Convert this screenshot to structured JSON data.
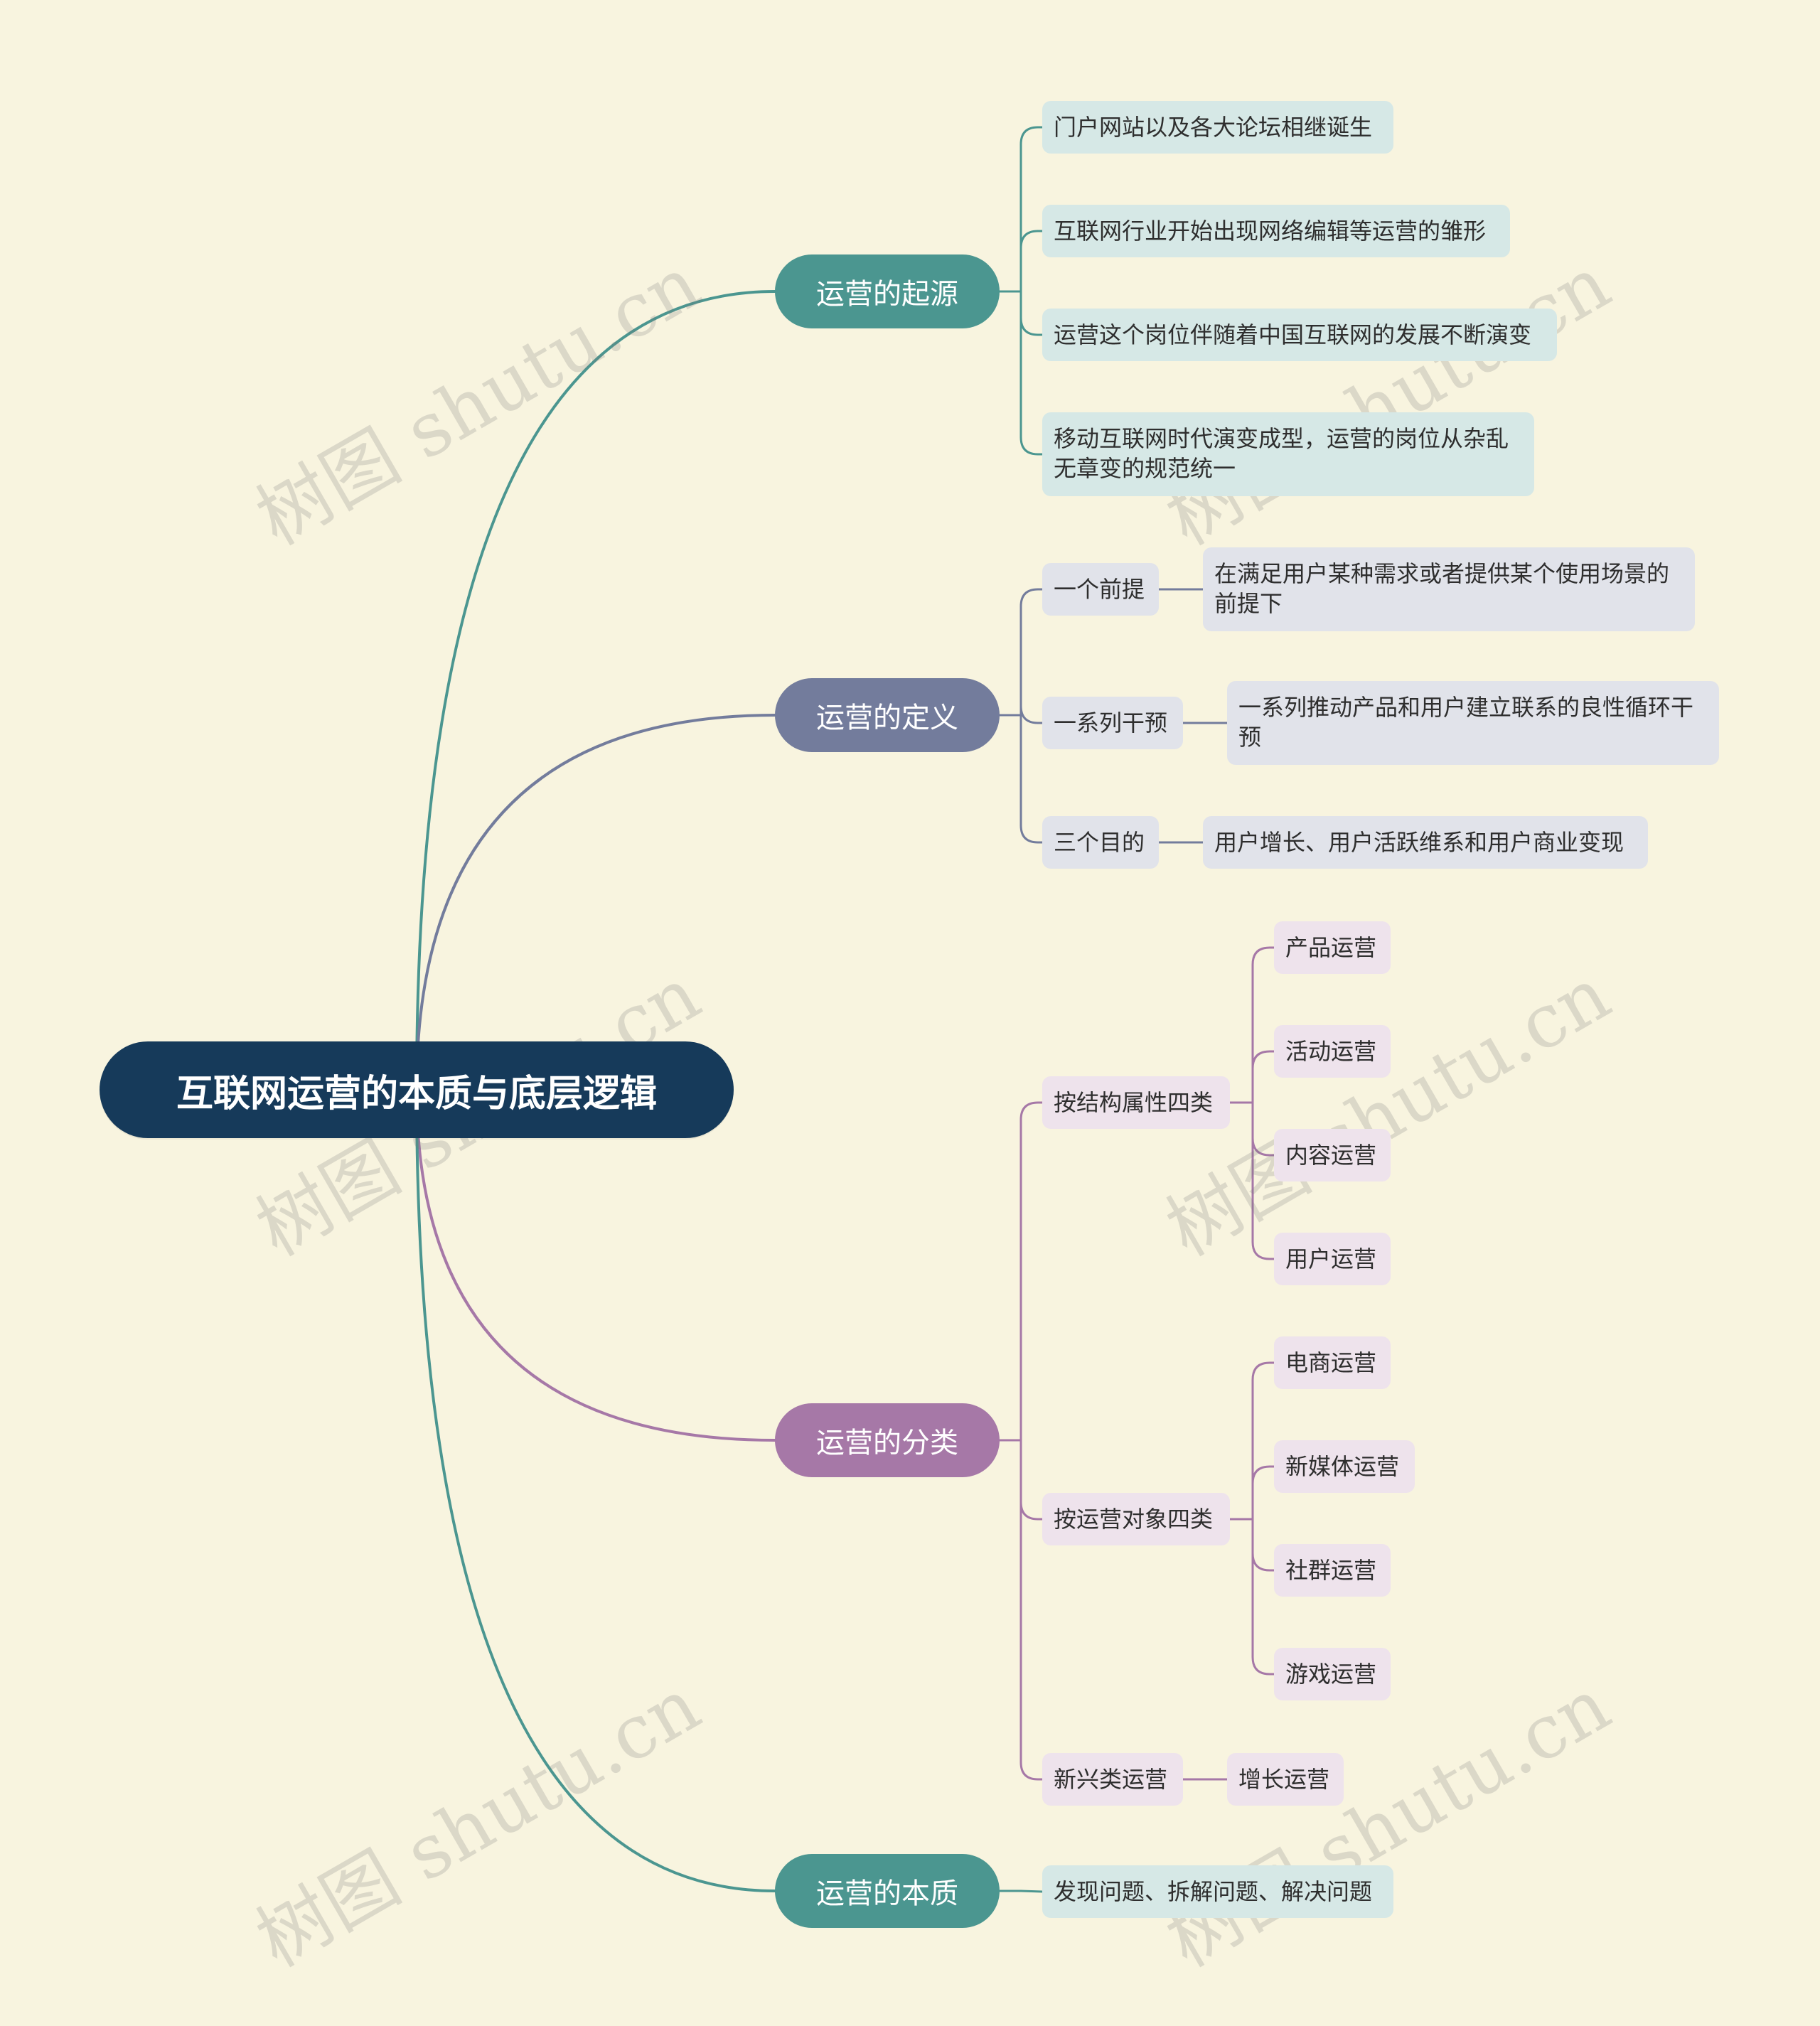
{
  "title": "互联网运营的本质与底层逻辑",
  "colors": {
    "background": "#f8f4df",
    "root": "#163a5a",
    "teal": "#4b9690",
    "slate": "#737c9c",
    "purple": "#a678a7"
  },
  "branches": [
    {
      "label": "运营的起源",
      "color": "teal",
      "children": [
        {
          "label": "门户网站以及各大论坛相继诞生"
        },
        {
          "label": "互联网行业开始出现网络编辑等运营的雏形"
        },
        {
          "label": "运营这个岗位伴随着中国互联网的发展不断演变"
        },
        {
          "label": "移动互联网时代演变成型，运营的岗位从杂乱无章变的规范统一"
        }
      ]
    },
    {
      "label": "运营的定义",
      "color": "slate",
      "children": [
        {
          "label": "一个前提",
          "children": [
            {
              "label": "在满足用户某种需求或者提供某个使用场景的前提下"
            }
          ]
        },
        {
          "label": "一系列干预",
          "children": [
            {
              "label": "一系列推动产品和用户建立联系的良性循环干预"
            }
          ]
        },
        {
          "label": "三个目的",
          "children": [
            {
              "label": "用户增长、用户活跃维系和用户商业变现"
            }
          ]
        }
      ]
    },
    {
      "label": "运营的分类",
      "color": "purple",
      "children": [
        {
          "label": "按结构属性四类",
          "children": [
            {
              "label": "产品运营"
            },
            {
              "label": "活动运营"
            },
            {
              "label": "内容运营"
            },
            {
              "label": "用户运营"
            }
          ]
        },
        {
          "label": "按运营对象四类",
          "children": [
            {
              "label": "电商运营"
            },
            {
              "label": "新媒体运营"
            },
            {
              "label": "社群运营"
            },
            {
              "label": "游戏运营"
            }
          ]
        },
        {
          "label": "新兴类运营",
          "children": [
            {
              "label": "增长运营"
            }
          ]
        }
      ]
    },
    {
      "label": "运营的本质",
      "color": "teal",
      "children": [
        {
          "label": "发现问题、拆解问题、解决问题"
        }
      ]
    }
  ],
  "watermark": "树图 shutu.cn"
}
